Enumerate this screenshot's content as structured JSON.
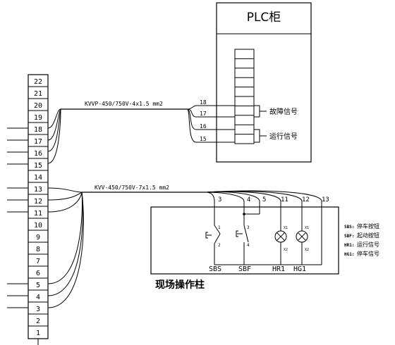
{
  "plc": {
    "title": "PLC柜",
    "slots": [
      "18",
      "17",
      "16",
      "15"
    ],
    "fault_label": "故障信号",
    "run_label": "运行信号"
  },
  "terminal_strip": {
    "numbers": [
      "22",
      "21",
      "20",
      "19",
      "18",
      "17",
      "16",
      "15",
      "14",
      "13",
      "12",
      "11",
      "10",
      "9",
      "8",
      "7",
      "6",
      "5",
      "4",
      "3",
      "2",
      "1"
    ]
  },
  "cables": {
    "cable1": "KVVP-450/750V-4x1.5 mm2",
    "cable2": "KVV-450/750V-7x1.5 mm2"
  },
  "panel": {
    "title": "现场操作柱",
    "top_numbers": [
      "3",
      "4",
      "5",
      "11",
      "12",
      "13"
    ],
    "device_labels": [
      "SBS",
      "SBF",
      "HR1",
      "HG1"
    ],
    "contact_numbers": [
      "1",
      "2",
      "3",
      "4"
    ],
    "lamp_terminals": [
      "X1",
      "X2",
      "X1",
      "X2"
    ]
  },
  "legend": [
    {
      "code": "SBS:",
      "text": "停车按钮"
    },
    {
      "code": "SBF:",
      "text": "起动按钮"
    },
    {
      "code": "HR1:",
      "text": "运行信号"
    },
    {
      "code": "HG1:",
      "text": "停车信号"
    }
  ]
}
